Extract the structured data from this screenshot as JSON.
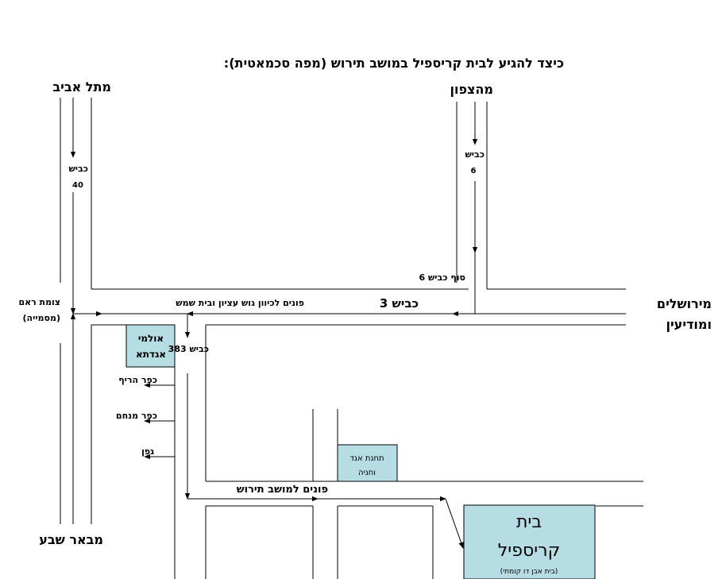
{
  "title": "כיצד להגיע לבית קריספיל במושב תירוש (מפה סכמאטית):",
  "labels": {
    "from_tel_aviv": "מתל אביב",
    "road_40_a": "כביש",
    "road_40_b": "40",
    "from_north": "מהצפון",
    "road_6_a": "כביש",
    "road_6_b": "6",
    "end_road_6": "סוף כביש 6",
    "road_3": "כביש 3",
    "turn_gush_etzion": "פונים לכיוון גוש עציון ובית שמש",
    "junction_re_em_a": "צומת ראם",
    "junction_re_em_b": "(מסמייה)",
    "jerusalem_a": "מירושלים",
    "jerusalem_b": "ומודיעין",
    "road_383": "כביש 383",
    "kfar_harif": "כפר הריף",
    "kfar_menachem": "כפר מנחם",
    "gefen": "גפן",
    "turn_tirosh": "פונים למושב תירוש",
    "from_beer_sheva": "מבאר שבע"
  },
  "places": {
    "agadta_a": "אולמי",
    "agadta_b": "אגדתא",
    "gas_station_a": "תחנת אגד",
    "gas_station_b": "וחניה",
    "crispil_a": "בית",
    "crispil_b": "קריספיל",
    "crispil_c": "(בית אבן דו קומתי)"
  },
  "colors": {
    "box_fill": "#b7dde4",
    "line": "#000000"
  }
}
